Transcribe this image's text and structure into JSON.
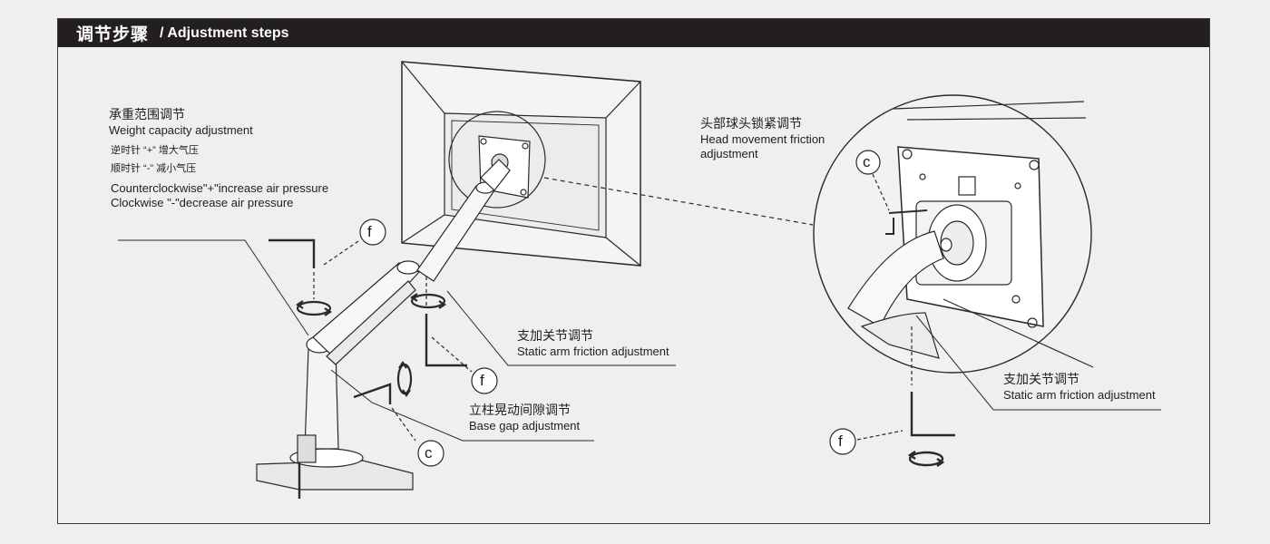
{
  "header": {
    "title_zh": "调节步骤",
    "title_en": "/ Adjustment steps"
  },
  "labels": {
    "weight": {
      "zh": "承重范围调节",
      "en": "Weight capacity adjustment",
      "ccw_zh": "逆时针 “+” 增大气压",
      "cw_zh": "顺时针 “-” 减小气压",
      "ccw_en": "Counterclockwise\"+\"increase air pressure",
      "cw_en": "Clockwise \"-\"decrease air pressure"
    },
    "static_arm_left": {
      "zh": "支加关节调节",
      "en": "Static arm friction adjustment"
    },
    "base_gap": {
      "zh": "立柱晃动间隙调节",
      "en": "Base gap adjustment"
    },
    "head": {
      "zh": "头部球头锁紧调节",
      "en_line1": "Head movement friction",
      "en_line2": "adjustment"
    },
    "static_arm_right": {
      "zh": "支加关节调节",
      "en": "Static arm friction adjustment"
    }
  },
  "callouts": {
    "f": "f",
    "c": "c"
  }
}
